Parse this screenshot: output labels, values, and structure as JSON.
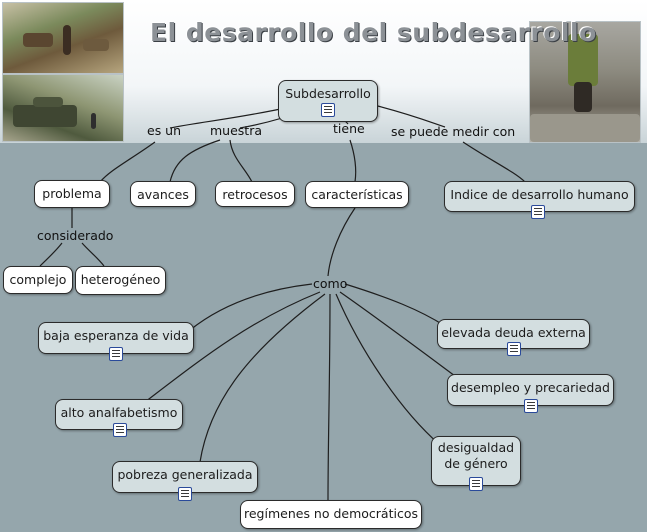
{
  "title": "El desarrollo del subdesarrollo",
  "nodes": {
    "subdesarrollo": "Subdesarrollo",
    "problema": "problema",
    "avances": "avances",
    "retrocesos": "retrocesos",
    "caracteristicas": "características",
    "idh": "Indice de desarrollo humano",
    "complejo": "complejo",
    "heterogeneo": "heterogéneo",
    "baja_esperanza": "baja esperanza de vida",
    "analfabetismo": "alto analfabetismo",
    "pobreza": "pobreza generalizada",
    "regimenes": "regímenes no democráticos",
    "deuda": "elevada deuda externa",
    "desempleo": "desempleo y precariedad",
    "desigualdad_1": "desigualdad",
    "desigualdad_2": "de género"
  },
  "links": {
    "es_un": "es un",
    "muestra": "muestra",
    "tiene": "tiene",
    "se_puede_medir": "se puede medir con",
    "considerado": "considerado",
    "como": "como"
  },
  "icons": {
    "resource": "document-icon"
  }
}
